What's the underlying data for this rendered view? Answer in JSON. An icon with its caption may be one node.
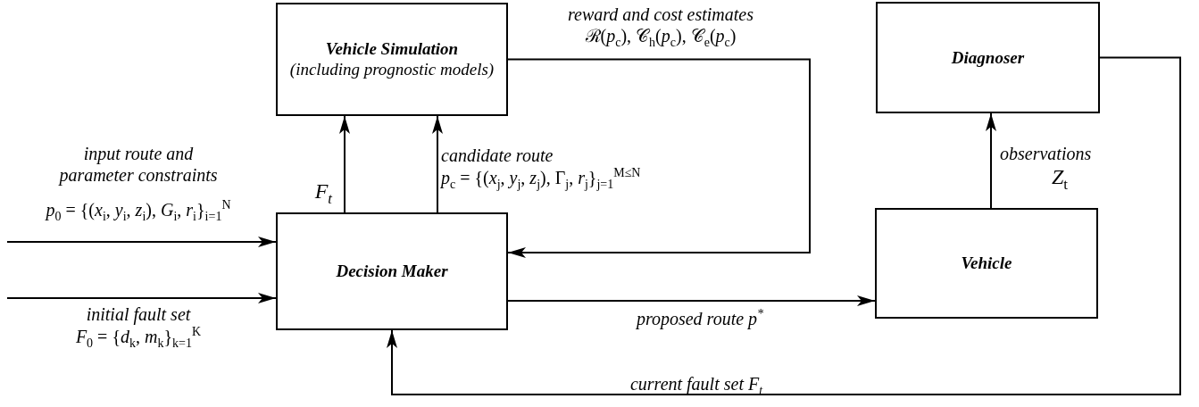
{
  "diagram": {
    "nodes": [
      {
        "text": [
          "Vehicle Simulation",
          "(including prognostic models)"
        ]
      },
      {
        "text": [
          "Diagnoser"
        ]
      },
      {
        "text": [
          "Decision Maker"
        ]
      },
      {
        "text": [
          "Vehicle"
        ]
      }
    ],
    "edges": [
      {
        "from": null,
        "to": 2,
        "arrow": "to",
        "label": "input route and parameter constraints"
      },
      {
        "from": null,
        "to": 2,
        "arrow": "to",
        "label": "initial fault set"
      },
      {
        "from": 2,
        "to": 0,
        "arrow": "to",
        "label": "*F*$_{t}$"
      },
      {
        "from": 2,
        "to": 0,
        "arrow": "to",
        "label": "candidate route"
      },
      {
        "from": 0,
        "to": 2,
        "arrow": "to",
        "label": "reward and cost estimates"
      },
      {
        "from": 2,
        "to": 3,
        "arrow": "to",
        "label": "proposed route *p*$^{*}$"
      },
      {
        "from": 3,
        "to": 1,
        "arrow": "to",
        "label": "observations"
      },
      {
        "from": 1,
        "to": 2,
        "arrow": "to",
        "label": "current fault set *F*$_{t}$"
      }
    ],
    "labels": [
      "*p*$_{0}$ = {(*x*$_{i}$, *y*$_{i}$, *z*$_{i}$), *G*$_{i}$, *r*$_{i}$}$_{i=1}$$^{N}$",
      "*F*$_{0}$ = {*d*$_{k}$, *m*$_{k}$}$_{k=1}$$^{K}$",
      "*p*$_{c}$ = {(*x*$_{j}$, *y*$_{j}$, *z*$_{j}$), Γ$_{j}$, *r*$_{j}$}$_{j=1}$$^{M≤N}$",
      "ℛ(*p*$_{c}$), 𝒞$_{h}$(*p*$_{c}$), 𝒞$_{e}$(*p*$_{c}$)",
      "*Z*$_{t}$"
    ]
  }
}
